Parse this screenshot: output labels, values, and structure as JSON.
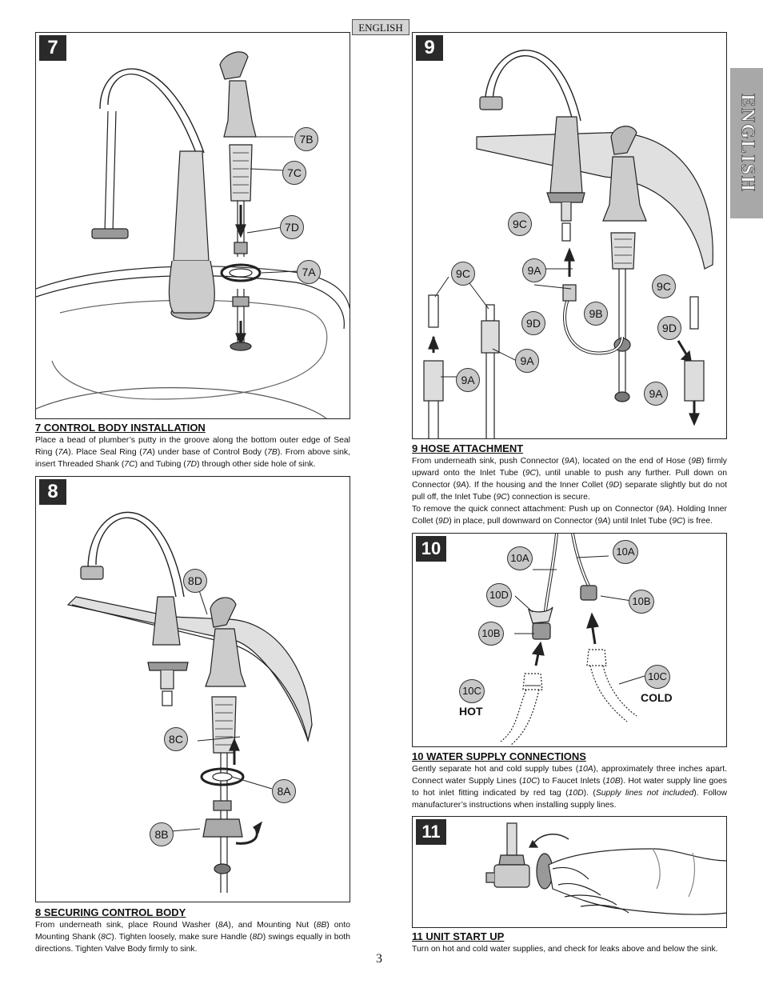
{
  "header": {
    "language_tab": "ENGLISH",
    "side_tab": "ENGLISH"
  },
  "page_number": "3",
  "step7": {
    "number": "7",
    "callouts": [
      "7B",
      "7C",
      "7D",
      "7A"
    ],
    "heading": "7  CONTROL BODY INSTALLATION",
    "text": [
      {
        "t": "Place a bead of plumber’s putty in the groove along the bottom outer edge of Seal Ring ("
      },
      {
        "t": "7A",
        "i": true
      },
      {
        "t": ").  Place Seal Ring ("
      },
      {
        "t": "7A",
        "i": true
      },
      {
        "t": ") under base of Control Body ("
      },
      {
        "t": "7B",
        "i": true
      },
      {
        "t": ").  From above sink, insert Threaded Shank ("
      },
      {
        "t": "7C",
        "i": true
      },
      {
        "t": ") and Tubing ("
      },
      {
        "t": "7D",
        "i": true
      },
      {
        "t": ") through other side hole of sink."
      }
    ]
  },
  "step8": {
    "number": "8",
    "callouts": [
      "8D",
      "8C",
      "8A",
      "8B"
    ],
    "heading": "8  SECURING CONTROL BODY",
    "text": [
      {
        "t": "From underneath sink, place Round Washer ("
      },
      {
        "t": "8A",
        "i": true
      },
      {
        "t": "), and Mounting Nut ("
      },
      {
        "t": "8B",
        "i": true
      },
      {
        "t": ") onto Mounting Shank ("
      },
      {
        "t": "8C",
        "i": true
      },
      {
        "t": ").  Tighten loosely, make sure Handle ("
      },
      {
        "t": "8D",
        "i": true
      },
      {
        "t": ") swings equally in both directions.  Tighten Valve Body firmly to sink."
      }
    ]
  },
  "step9": {
    "number": "9",
    "callouts": [
      "9C",
      "9A",
      "9C",
      "9D",
      "9B",
      "9C",
      "9D",
      "9A",
      "9A",
      "9A"
    ],
    "heading": "9  HOSE ATTACHMENT",
    "text": [
      {
        "t": "From underneath sink, push Connector ("
      },
      {
        "t": "9A",
        "i": true
      },
      {
        "t": "), located on the end of Hose ("
      },
      {
        "t": "9B",
        "i": true
      },
      {
        "t": ") firmly upward onto the Inlet Tube ("
      },
      {
        "t": "9C",
        "i": true
      },
      {
        "t": "), until unable to push any further. Pull down on Connector ("
      },
      {
        "t": "9A",
        "i": true
      },
      {
        "t": ").  If the housing and the Inner Collet ("
      },
      {
        "t": "9D",
        "i": true
      },
      {
        "t": ") separate slightly but do not pull off, the Inlet Tube ("
      },
      {
        "t": "9C",
        "i": true
      },
      {
        "t": ") connection is secure."
      }
    ],
    "text2": [
      {
        "t": "To remove the quick connect attachment: Push up on Connector ("
      },
      {
        "t": "9A",
        "i": true
      },
      {
        "t": "). Holding Inner Collet ("
      },
      {
        "t": "9D",
        "i": true
      },
      {
        "t": ") in place, pull downward on Connector ("
      },
      {
        "t": "9A",
        "i": true
      },
      {
        "t": ") until Inlet Tube ("
      },
      {
        "t": "9C",
        "i": true
      },
      {
        "t": ") is free."
      }
    ]
  },
  "step10": {
    "number": "10",
    "callouts": [
      "10A",
      "10A",
      "10D",
      "10B",
      "10B",
      "10C",
      "10C"
    ],
    "hot_label": "HOT",
    "cold_label": "COLD",
    "heading": "10  WATER SUPPLY CONNECTIONS",
    "text": [
      {
        "t": "Gently separate hot and cold supply tubes ("
      },
      {
        "t": "10A",
        "i": true
      },
      {
        "t": "), approximately three inches apart. Connect water Supply Lines ("
      },
      {
        "t": "10C",
        "i": true
      },
      {
        "t": ") to Faucet Inlets ("
      },
      {
        "t": "10B",
        "i": true
      },
      {
        "t": ").  Hot water supply line goes to hot inlet fitting indicated by red tag ("
      },
      {
        "t": "10D",
        "i": true
      },
      {
        "t": ").  ("
      },
      {
        "t": "Supply lines not included",
        "i": true
      },
      {
        "t": ").  Follow manufacturer’s instructions when installing supply lines."
      }
    ]
  },
  "step11": {
    "number": "11",
    "heading": "11  UNIT START UP",
    "text": [
      {
        "t": "Turn on hot and cold water supplies, and check for leaks above and below the sink."
      }
    ]
  }
}
